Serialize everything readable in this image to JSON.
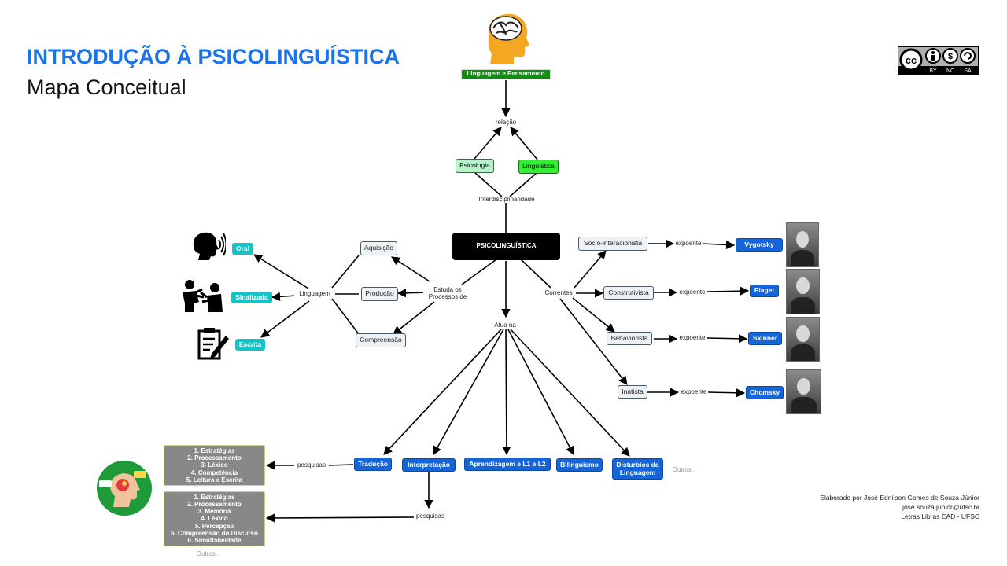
{
  "header": {
    "title": "INTRODUÇÃO À PSICOLINGUÍSTICA",
    "subtitle": "Mapa Conceitual"
  },
  "license": {
    "icon": "cc-by-nc-sa-icon",
    "labels": [
      "BY",
      "NC",
      "SA"
    ]
  },
  "nodes": {
    "linguagem_pensamento": "Linguagem e Pensamento",
    "psicologia": "Psicologia",
    "linguistica": "Linguística",
    "psicolinguistica": "PSICOLINGUÍSTICA",
    "aquisicao": "Aquisição",
    "producao": "Produção",
    "compreensao": "Compreensão",
    "oral": "Oral",
    "sinalizada": "Sinalizada",
    "escrita": "Escrita",
    "socio": "Sócio-interacionista",
    "construtivista": "Construtivista",
    "behaviorista": "Behaviorista",
    "inatista": "Inatista",
    "vygotsky": "Vygotsky",
    "piaget": "Piaget",
    "skinner": "Skinner",
    "chomsky": "Chomsky",
    "traducao": "Tradução",
    "interpretacao": "Interpretação",
    "aprendizagem": "Aprendizagem e L1 e L2",
    "bilinguismo": "Bilinguismo",
    "disturbios": [
      "Disturbios da",
      "Linguagem"
    ]
  },
  "labels": {
    "relacao": "relação",
    "interdisciplinaridade": "Interdisciplinaridade",
    "linguagem": "Linguagem",
    "estuda": [
      "Estuda os",
      "Processos de"
    ],
    "correntes": "Correntes",
    "expoente": "expoente",
    "atua_na": "Atua na",
    "pesquisas": "pesquisas",
    "outros": "Outros.."
  },
  "lists": {
    "traducao": [
      "1. Estratégias",
      "2. Processamento",
      "3. Léxico",
      "4. Competência",
      "5. Leitura e Escrita"
    ],
    "interpretacao": [
      "1. Estratégias",
      "2. Processamento",
      "3. Memória",
      "4. Léxico",
      "5. Percepção",
      "6. Compreensão do Discurso",
      "6. Simultâneidade"
    ]
  },
  "icons": [
    "brain-head-icon",
    "speaking-person-icon",
    "signing-people-icon",
    "writing-icon",
    "thinking-head-icon"
  ],
  "credits": [
    "Elaborado por José Ednilson Gomes de Souza-Júnior",
    "jose.souza.junior@ufsc.br",
    "Letras Libras EAD - UFSC"
  ],
  "colors": {
    "title": "#1a73e8",
    "blue_node": "#1565d8",
    "teal_node": "#17c2c6",
    "green_header": "#138a13",
    "linguistica_fill": "#33ee33",
    "psicologia_fill": "#b6f5c8",
    "dark_node": "#000000",
    "list_fill": "#888888"
  }
}
